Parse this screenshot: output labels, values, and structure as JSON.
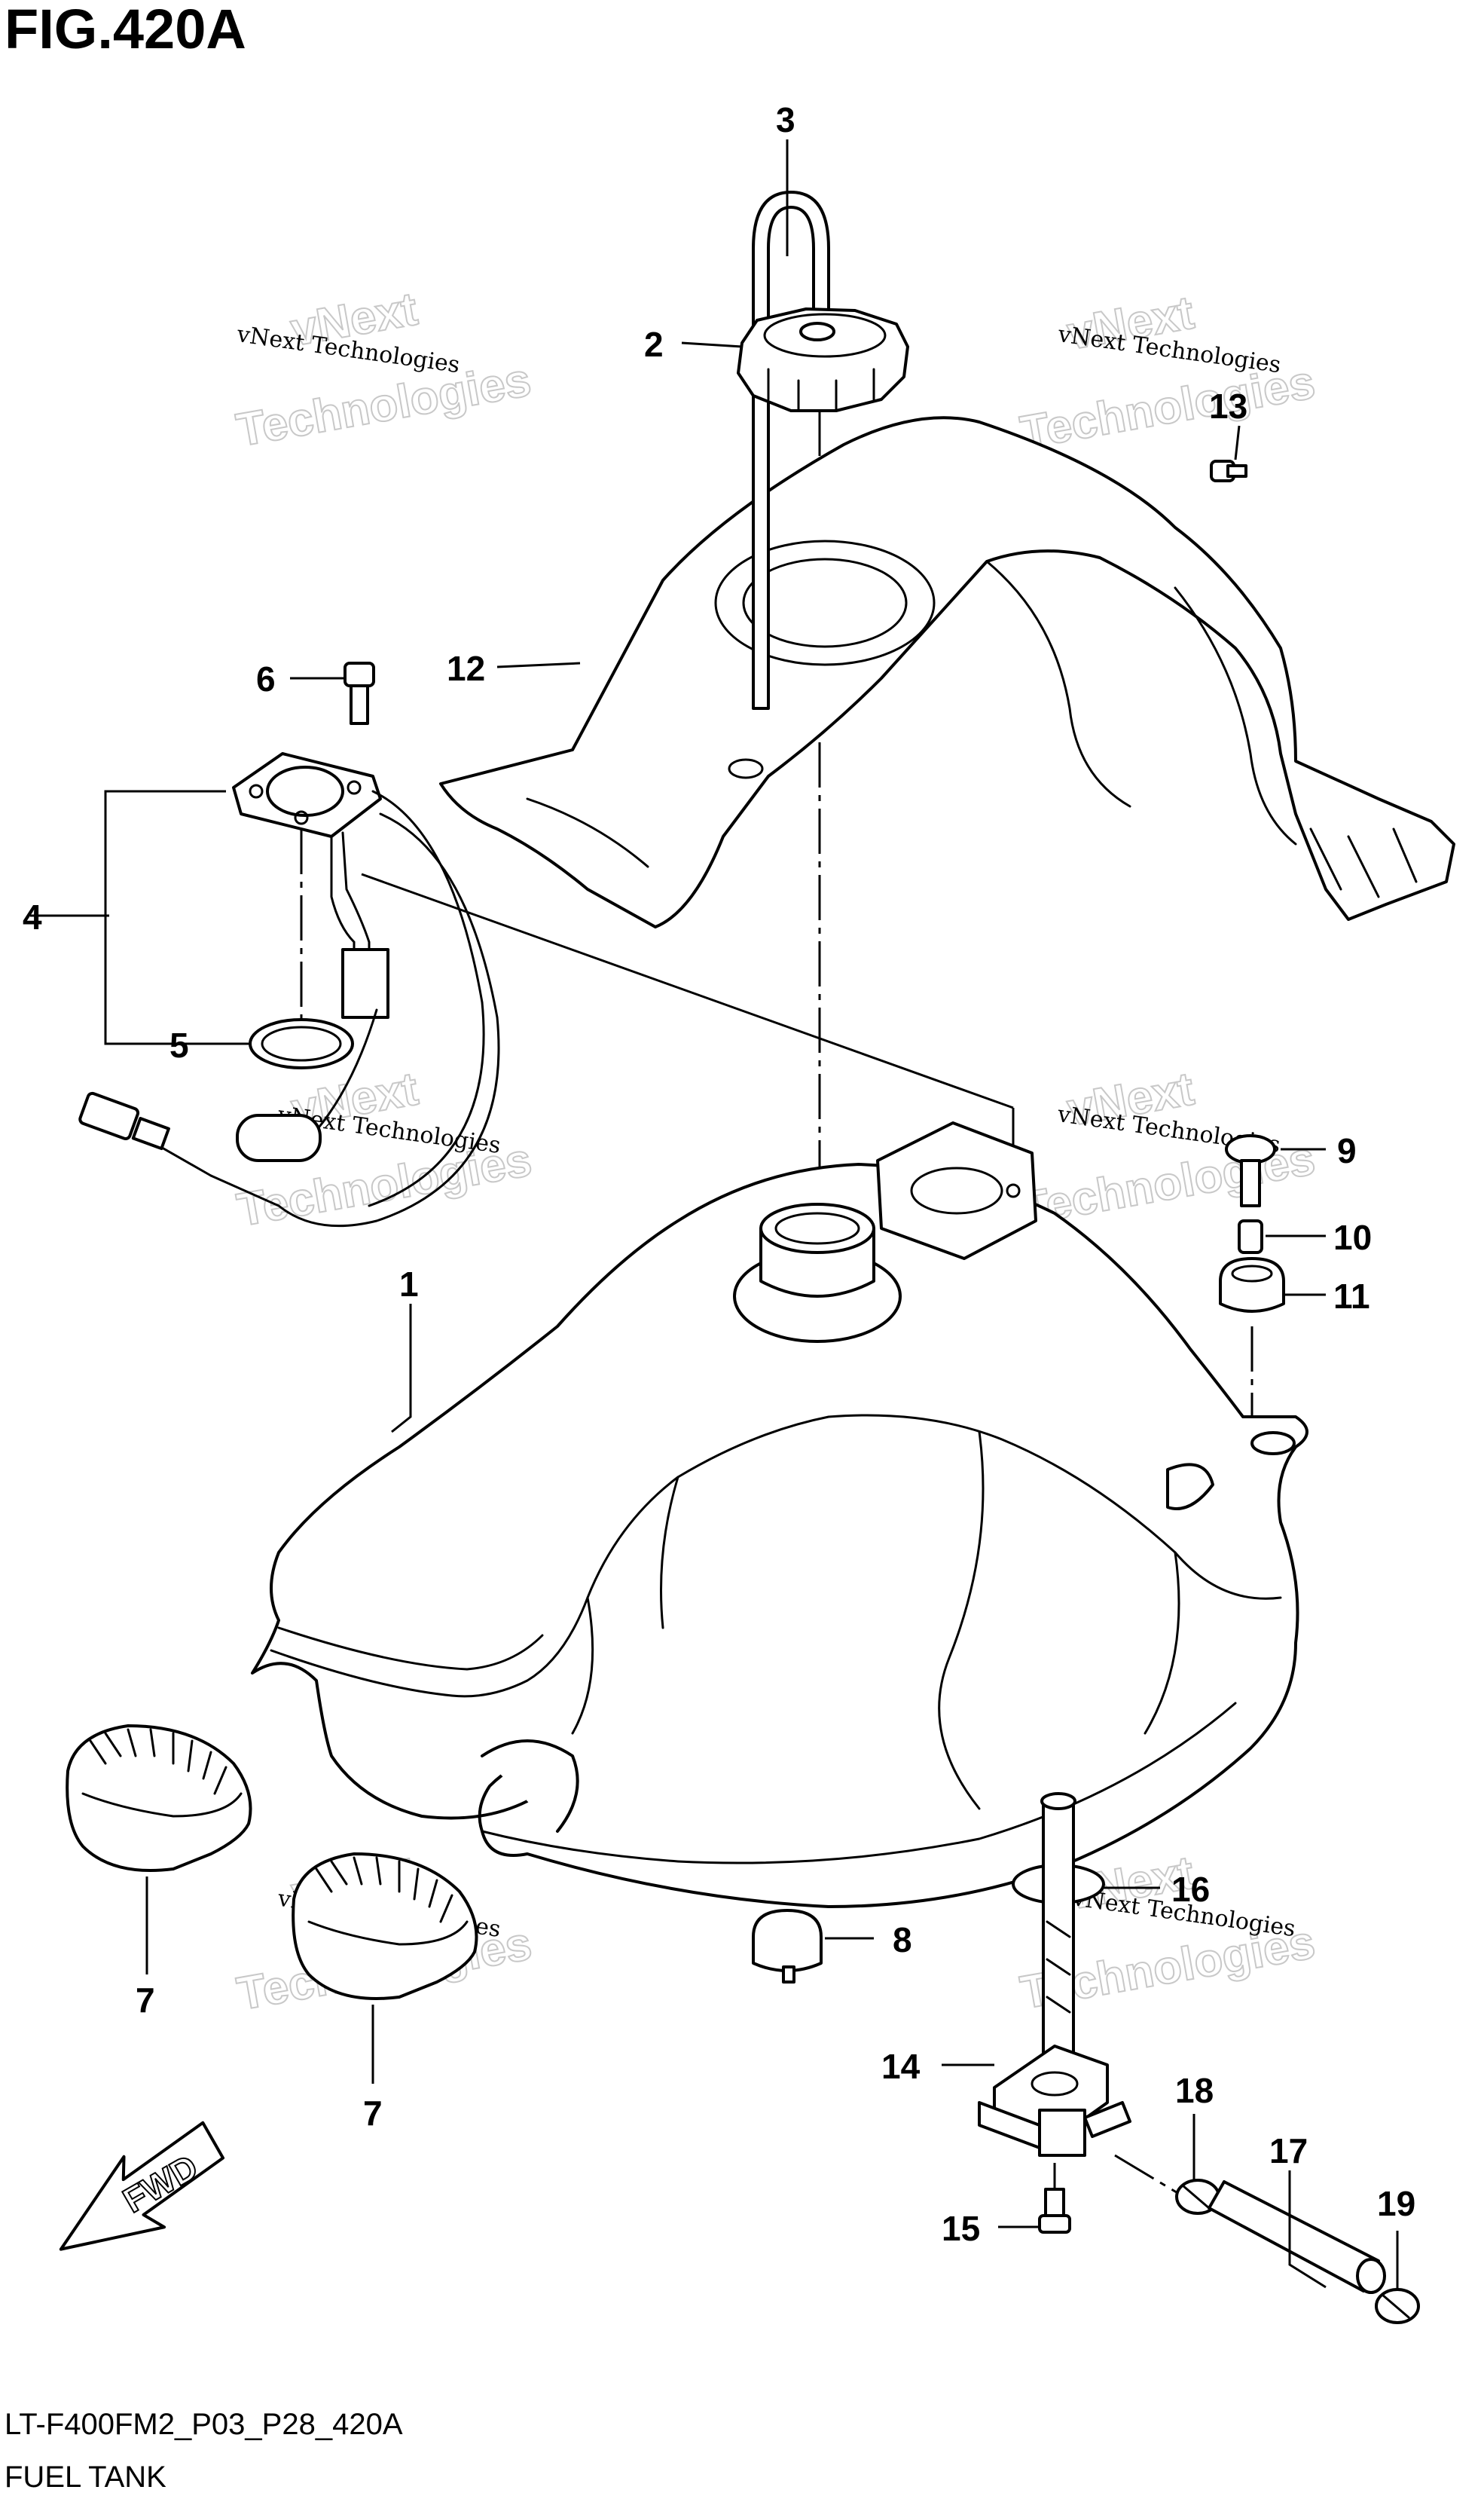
{
  "figure": {
    "title": "FIG.420A",
    "model_code": "LT-F400FM2_P03_P28_420A",
    "caption": "FUEL TANK"
  },
  "callouts": {
    "c1": "1",
    "c2": "2",
    "c3": "3",
    "c4": "4",
    "c5": "5",
    "c6": "6",
    "c7a": "7",
    "c7b": "7",
    "c8": "8",
    "c9": "9",
    "c10": "10",
    "c11": "11",
    "c12": "12",
    "c13": "13",
    "c14": "14",
    "c15": "15",
    "c16": "16",
    "c17": "17",
    "c18": "18",
    "c19": "19"
  },
  "direction_badge": "FWD",
  "watermark": {
    "brand_line1": "vNext Technologies",
    "brand_line2a": "vNext",
    "brand_line2b": "Technologies"
  }
}
